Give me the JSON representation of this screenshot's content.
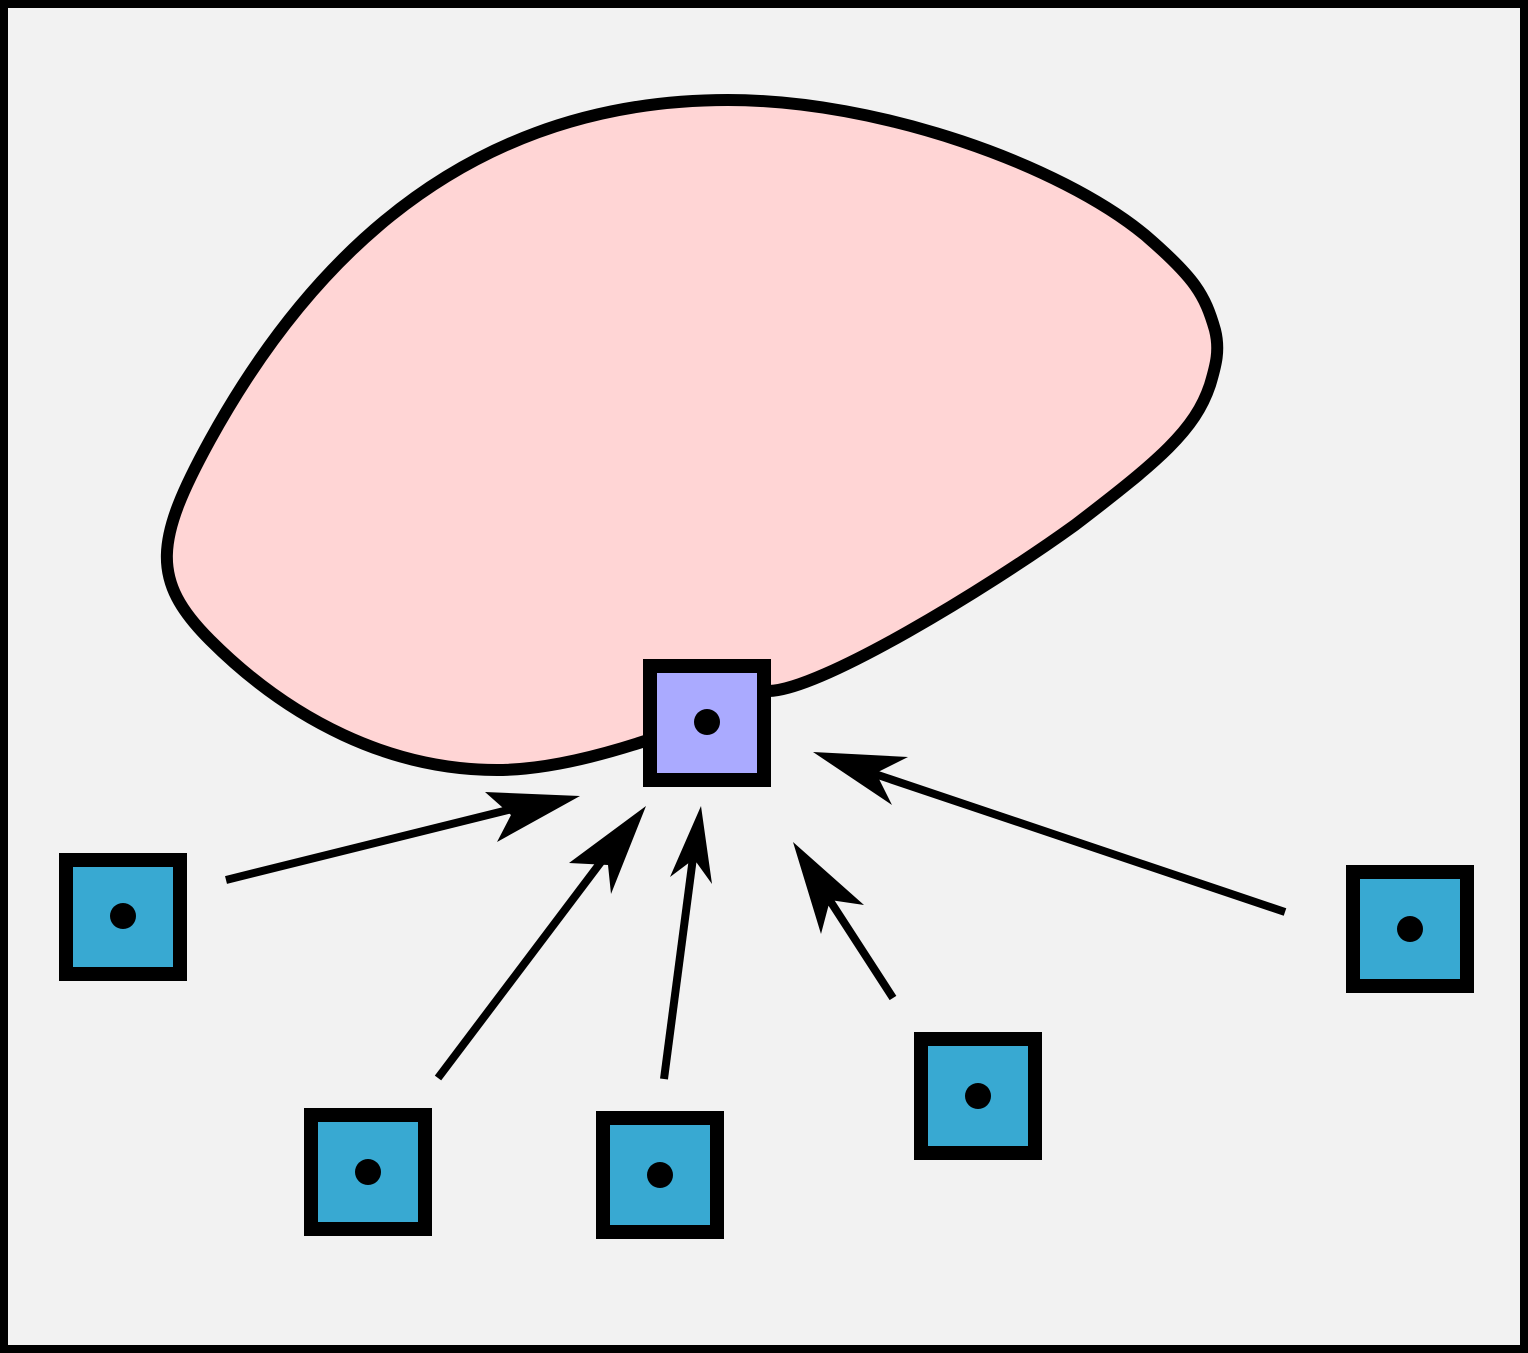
{
  "diagram": {
    "colors": {
      "background": "#f2f2f2",
      "frame_stroke": "#000000",
      "region_fill": "#ffd5d5",
      "target_node_fill": "#aaaaff",
      "source_node_fill": "#38a9d2",
      "node_stroke": "#000000",
      "node_dot": "#000000",
      "arrow": "#000000"
    },
    "region": {
      "name": "blob-region"
    },
    "target_node": {
      "name": "target-node"
    },
    "source_nodes": [
      {
        "name": "source-node-left"
      },
      {
        "name": "source-node-bottom-left"
      },
      {
        "name": "source-node-bottom-center"
      },
      {
        "name": "source-node-bottom-right"
      },
      {
        "name": "source-node-right"
      }
    ],
    "arrows": [
      {
        "from": "source-node-left",
        "to": "target-node"
      },
      {
        "from": "source-node-bottom-left",
        "to": "target-node"
      },
      {
        "from": "source-node-bottom-center",
        "to": "target-node"
      },
      {
        "from": "source-node-bottom-right",
        "to": "target-node"
      },
      {
        "from": "source-node-right",
        "to": "target-node"
      }
    ]
  }
}
